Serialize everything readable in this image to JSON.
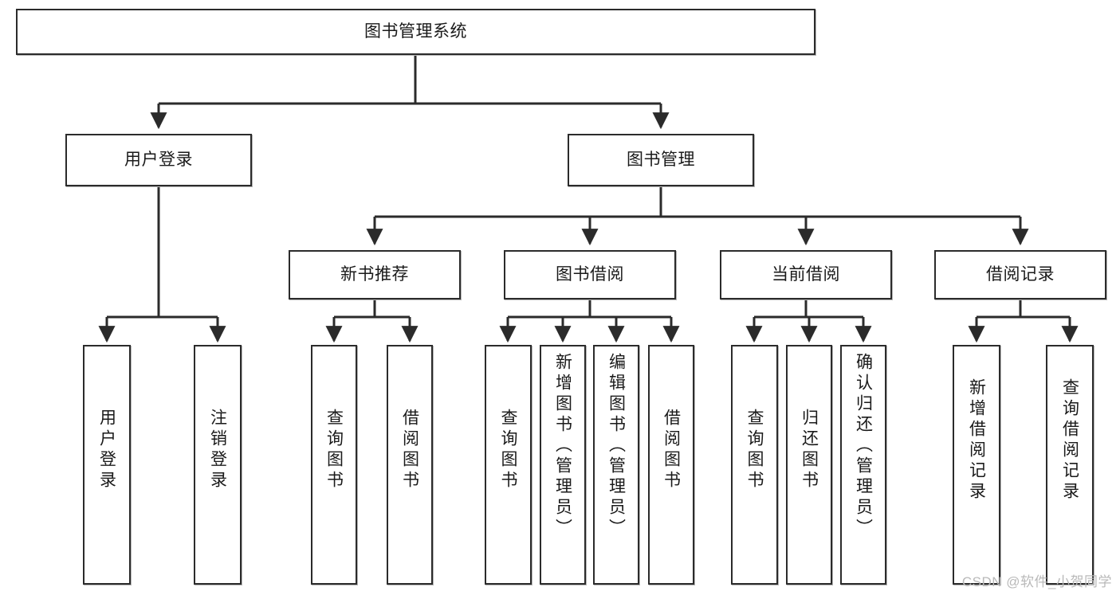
{
  "diagram": {
    "title": "图书管理系统",
    "type": "tree-structure-chart",
    "watermark": "CSDN @软件_小贺同学",
    "line_color": "#2b2b2b",
    "box_fill": "#ffffff",
    "text_color": "#1a1a1a"
  },
  "root": {
    "label": "图书管理系统"
  },
  "level2": [
    {
      "label": "用户登录"
    },
    {
      "label": "图书管理"
    }
  ],
  "level3": [
    {
      "label": "新书推荐"
    },
    {
      "label": "图书借阅"
    },
    {
      "label": "当前借阅"
    },
    {
      "label": "借阅记录"
    }
  ],
  "leaves": {
    "user_login": [
      {
        "label": "用户登录"
      },
      {
        "label": "注销登录"
      }
    ],
    "new_book_recommend": [
      {
        "label": "查询图书"
      },
      {
        "label": "借阅图书"
      }
    ],
    "book_borrow": [
      {
        "label": "查询图书"
      },
      {
        "label": "新增图书（管理员）"
      },
      {
        "label": "编辑图书（管理员）"
      },
      {
        "label": "借阅图书"
      }
    ],
    "current_borrow": [
      {
        "label": "查询图书"
      },
      {
        "label": "归还图书"
      },
      {
        "label": "确认归还（管理员）"
      }
    ],
    "borrow_record": [
      {
        "label": "新增借阅记录"
      },
      {
        "label": "查询借阅记录"
      }
    ]
  }
}
